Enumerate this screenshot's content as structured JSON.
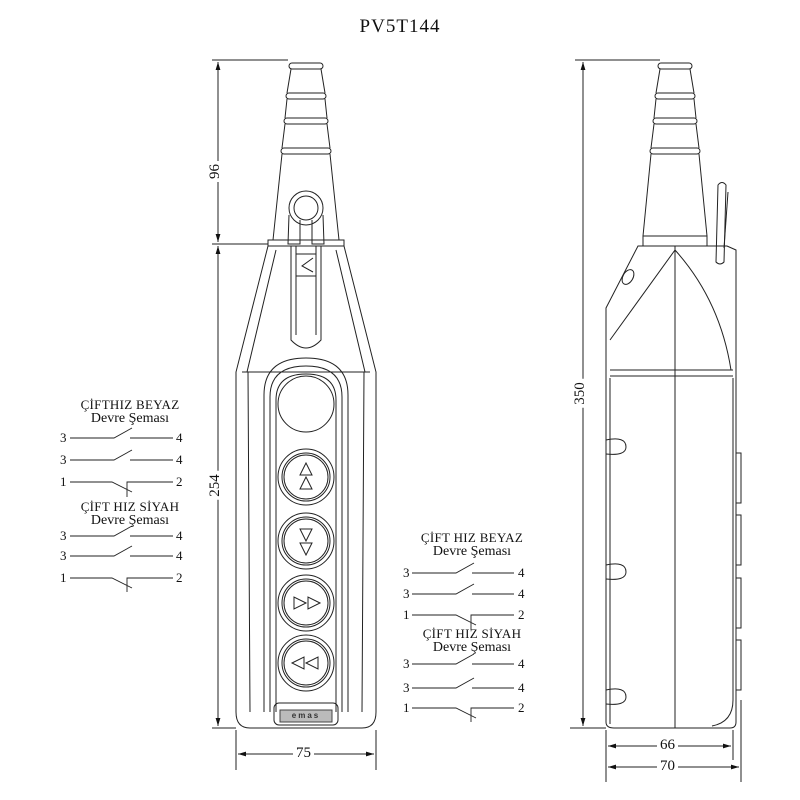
{
  "title": "PV5T144",
  "dimensions": {
    "top_height": "96",
    "body_height": "254",
    "total_height": "350",
    "front_width": "75",
    "side_inner_width": "66",
    "side_outer_width": "70"
  },
  "front_buttons": [
    {
      "name": "up",
      "symbol": "double-up-arrow"
    },
    {
      "name": "down",
      "symbol": "double-down-arrow"
    },
    {
      "name": "right",
      "symbol": "double-right-arrow"
    },
    {
      "name": "left",
      "symbol": "double-left-arrow"
    }
  ],
  "legends": [
    {
      "title": "ÇİFTHIZ BEYAZ",
      "subtitle": "Devre Şeması",
      "rows": [
        {
          "l": "3",
          "r": "4"
        },
        {
          "l": "3",
          "r": "4"
        },
        {
          "l": "1",
          "r": "2"
        }
      ]
    },
    {
      "title": "ÇİFT HIZ SİYAH",
      "subtitle": "Devre Şeması",
      "rows": [
        {
          "l": "3",
          "r": "4"
        },
        {
          "l": "3",
          "r": "4"
        },
        {
          "l": "1",
          "r": "2"
        }
      ]
    },
    {
      "title": "ÇİFT HIZ BEYAZ",
      "subtitle": "Devre Şeması",
      "rows": [
        {
          "l": "3",
          "r": "4"
        },
        {
          "l": "3",
          "r": "4"
        },
        {
          "l": "1",
          "r": "2"
        }
      ]
    },
    {
      "title": "ÇİFT HIZ SİYAH",
      "subtitle": "Devre Şeması",
      "rows": [
        {
          "l": "3",
          "r": "4"
        },
        {
          "l": "3",
          "r": "4"
        },
        {
          "l": "1",
          "r": "2"
        }
      ]
    }
  ],
  "brand_label": "emas"
}
